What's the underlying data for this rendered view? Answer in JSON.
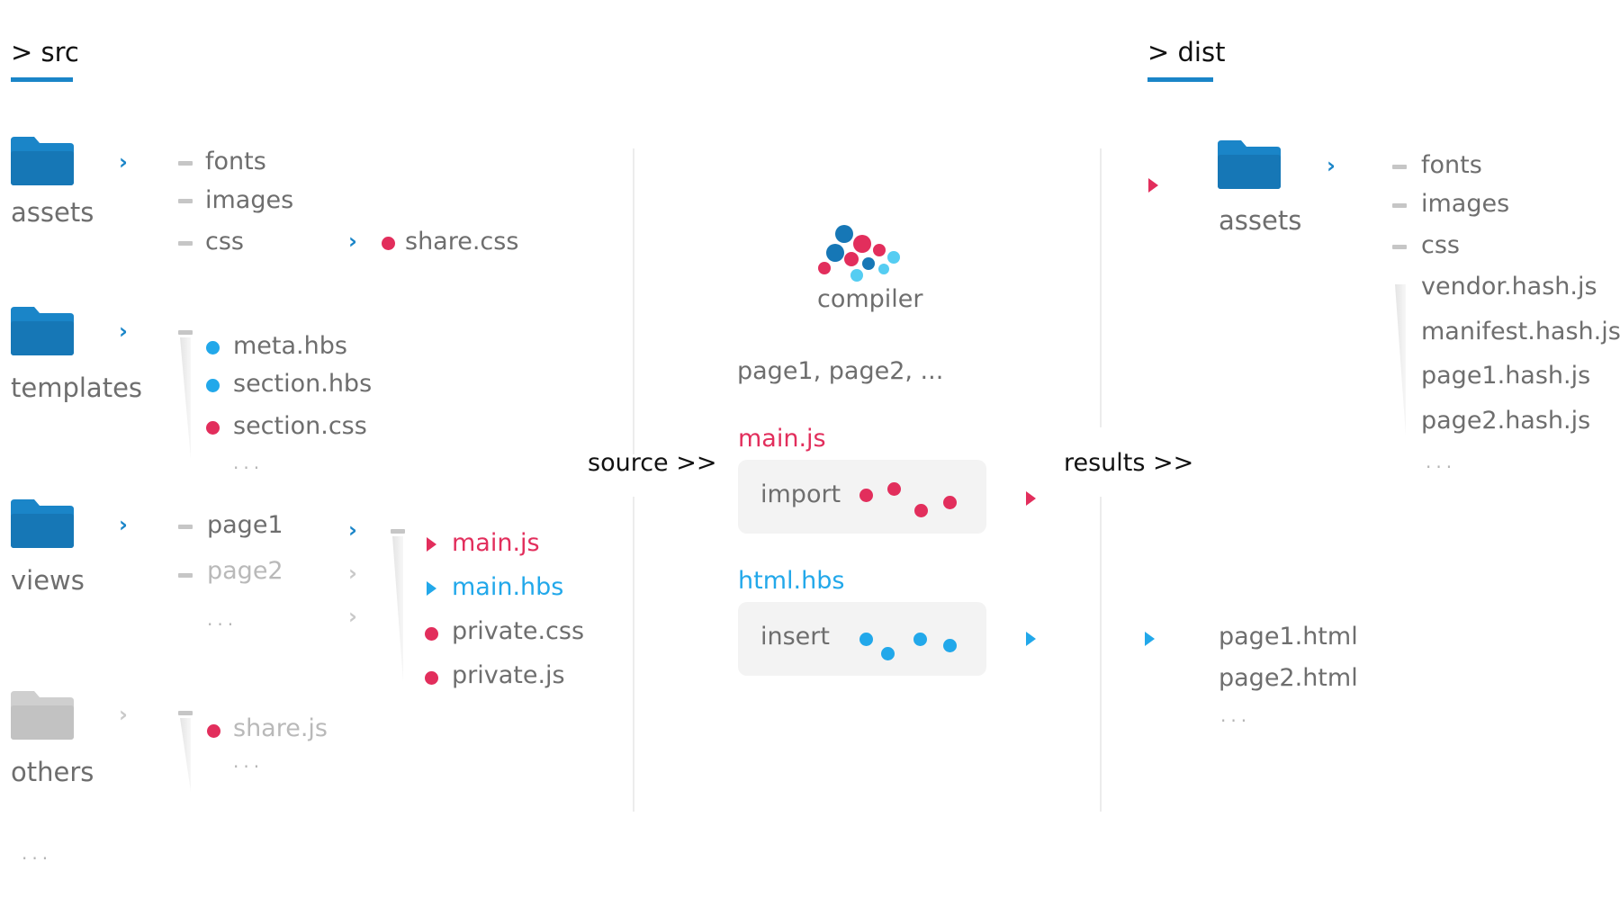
{
  "src": {
    "header": "> src",
    "assets": {
      "label": "assets",
      "items": [
        "fonts",
        "images",
        "css"
      ],
      "css_file": "share.css"
    },
    "templates": {
      "label": "templates",
      "files": [
        "meta.hbs",
        "section.hbs",
        "section.css"
      ],
      "ellipsis": "..."
    },
    "views": {
      "label": "views",
      "pages": [
        "page1",
        "page2"
      ],
      "ellipsis": "...",
      "page1_files": [
        "main.js",
        "main.hbs",
        "private.css",
        "private.js"
      ]
    },
    "others": {
      "label": "others",
      "file": "share.js",
      "ellipsis": "..."
    },
    "ellipsis": "..."
  },
  "flow": {
    "source_label": "source >>",
    "results_label": "results >>"
  },
  "compiler": {
    "label": "compiler",
    "pages": "page1,  page2,  ...",
    "main_js_label": "main.js",
    "import_label": "import",
    "html_hbs_label": "html.hbs",
    "insert_label": "insert"
  },
  "dist": {
    "header": "> dist",
    "assets": {
      "label": "assets",
      "items": [
        "fonts",
        "images",
        "css"
      ]
    },
    "js_files": [
      "vendor.hash.js",
      "manifest.hash.js",
      "page1.hash.js",
      "page2.hash.js"
    ],
    "js_ellipsis": "...",
    "html_files": [
      "page1.html",
      "page2.html"
    ],
    "html_ellipsis": "..."
  },
  "colors": {
    "folder_blue": "#1a85c8",
    "folder_gray": "#c8c8c8",
    "js_red": "#e22e5c",
    "template_blue": "#22a8ea"
  }
}
